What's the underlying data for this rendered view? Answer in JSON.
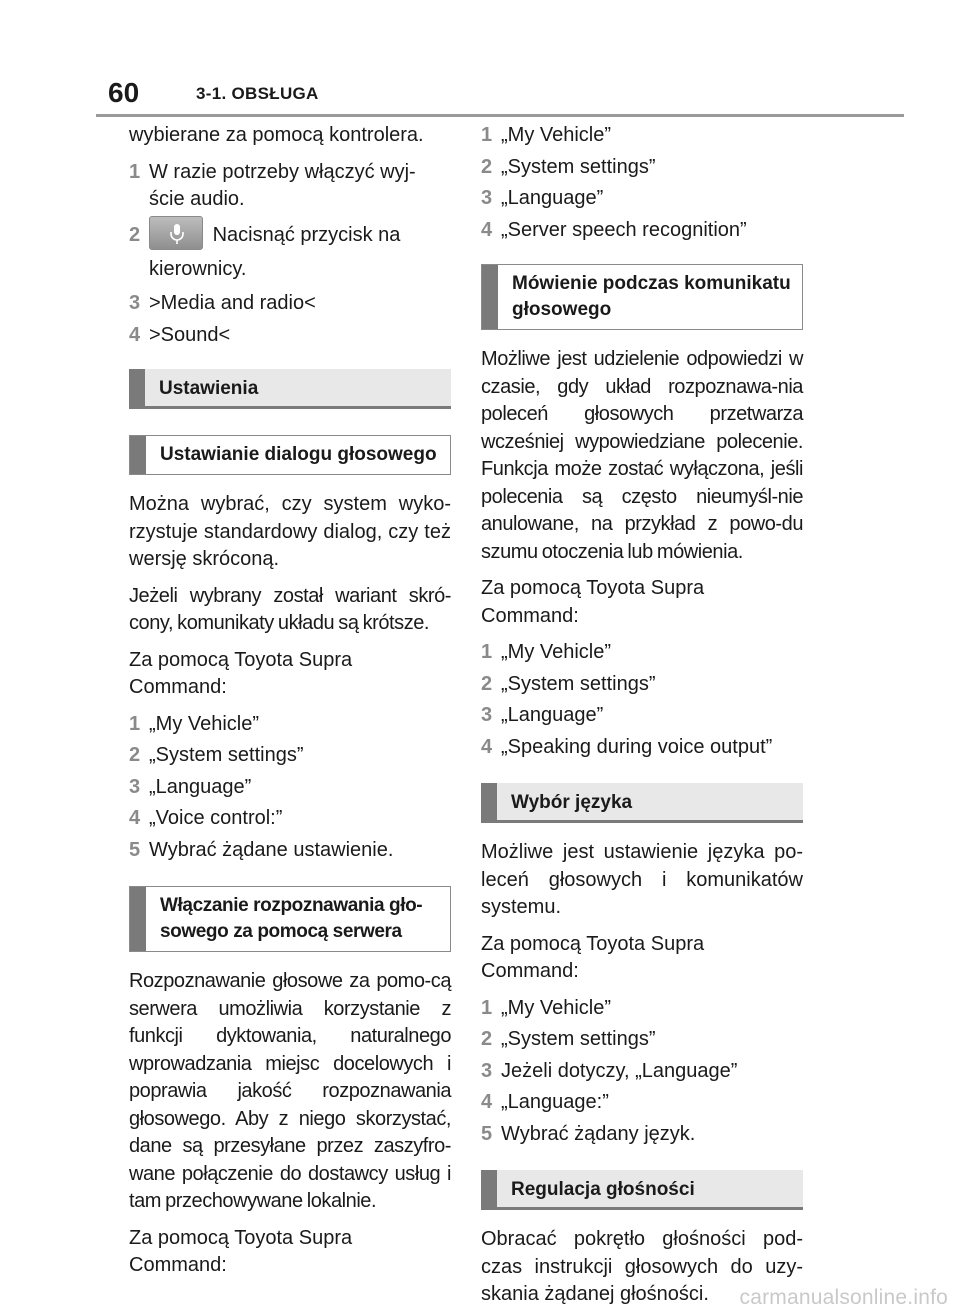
{
  "header": {
    "page_number": "60",
    "section": "3-1. OBSŁUGA"
  },
  "left": {
    "intro": "wybierane za pomocą kontrolera.",
    "steps_a": [
      {
        "n": "1",
        "text": "W razie potrzeby włączyć wyj-ście audio."
      },
      {
        "n": "2",
        "text": "Nacisnąć przycisk na kierownicy."
      },
      {
        "n": "3",
        "text": ">Media and radio<"
      },
      {
        "n": "4",
        "text": ">Sound<"
      }
    ],
    "heading_settings": "Ustawienia",
    "subheading_dialog": "Ustawianie dialogu głosowego",
    "para1": "Można wybrać, czy system wyko-rzystuje standardowy dialog, czy też wersję skróconą.",
    "para2": "Jeżeli wybrany został wariant skró-cony, komunikaty układu są krótsze.",
    "command_a": "Za pomocą Toyota Supra Command:",
    "steps_b": [
      {
        "n": "1",
        "text": "„My Vehicle”"
      },
      {
        "n": "2",
        "text": "„System settings”"
      },
      {
        "n": "3",
        "text": "„Language”"
      },
      {
        "n": "4",
        "text": "„Voice control:”"
      },
      {
        "n": "5",
        "text": "Wybrać żądane ustawienie."
      }
    ],
    "subheading_server": "Włączanie rozpoznawania gło-sowego za pomocą serwera",
    "para3": "Rozpoznawanie głosowe za pomo-cą serwera umożliwia korzystanie z funkcji dyktowania, naturalnego wprowadzania miejsc docelowych i poprawia jakość rozpoznawania głosowego. Aby z niego skorzystać, dane są przesyłane przez zaszyfro-wane połączenie do dostawcy usług i tam przechowywane lokalnie.",
    "command_b": "Za pomocą Toyota Supra Command:"
  },
  "right": {
    "steps_c": [
      {
        "n": "1",
        "text": "„My Vehicle”"
      },
      {
        "n": "2",
        "text": "„System settings”"
      },
      {
        "n": "3",
        "text": "„Language”"
      },
      {
        "n": "4",
        "text": "„Server speech recognition”"
      }
    ],
    "subheading_speaking": "Mówienie podczas komunikatu głosowego",
    "para4": "Możliwe jest udzielenie odpowiedzi w czasie, gdy układ rozpoznawa-nia poleceń głosowych przetwarza wcześniej wypowiedziane polecenie. Funkcja może zostać wyłączona, jeśli polecenia są często nieumyśl-nie anulowane, na przykład z powo-du szumu otoczenia lub mówienia.",
    "command_c": "Za pomocą Toyota Supra Command:",
    "steps_d": [
      {
        "n": "1",
        "text": "„My Vehicle”"
      },
      {
        "n": "2",
        "text": "„System settings”"
      },
      {
        "n": "3",
        "text": "„Language”"
      },
      {
        "n": "4",
        "text": "„Speaking during voice output”"
      }
    ],
    "heading_language": "Wybór języka",
    "para5": "Możliwe jest ustawienie języka po-leceń głosowych i komunikatów systemu.",
    "command_d": "Za pomocą Toyota Supra Command:",
    "steps_e": [
      {
        "n": "1",
        "text": "„My Vehicle”"
      },
      {
        "n": "2",
        "text": "„System settings”"
      },
      {
        "n": "3",
        "text": "Jeżeli dotyczy, „Language”"
      },
      {
        "n": "4",
        "text": "„Language:”"
      },
      {
        "n": "5",
        "text": "Wybrać żądany język."
      }
    ],
    "heading_volume": "Regulacja głośności",
    "para6": "Obracać pokrętło głośności pod-czas instrukcji głosowych do uzy-skania żądanej głośności."
  },
  "watermark": "carmanualsonline.info",
  "icons": {
    "mic_button": "microphone-icon"
  }
}
